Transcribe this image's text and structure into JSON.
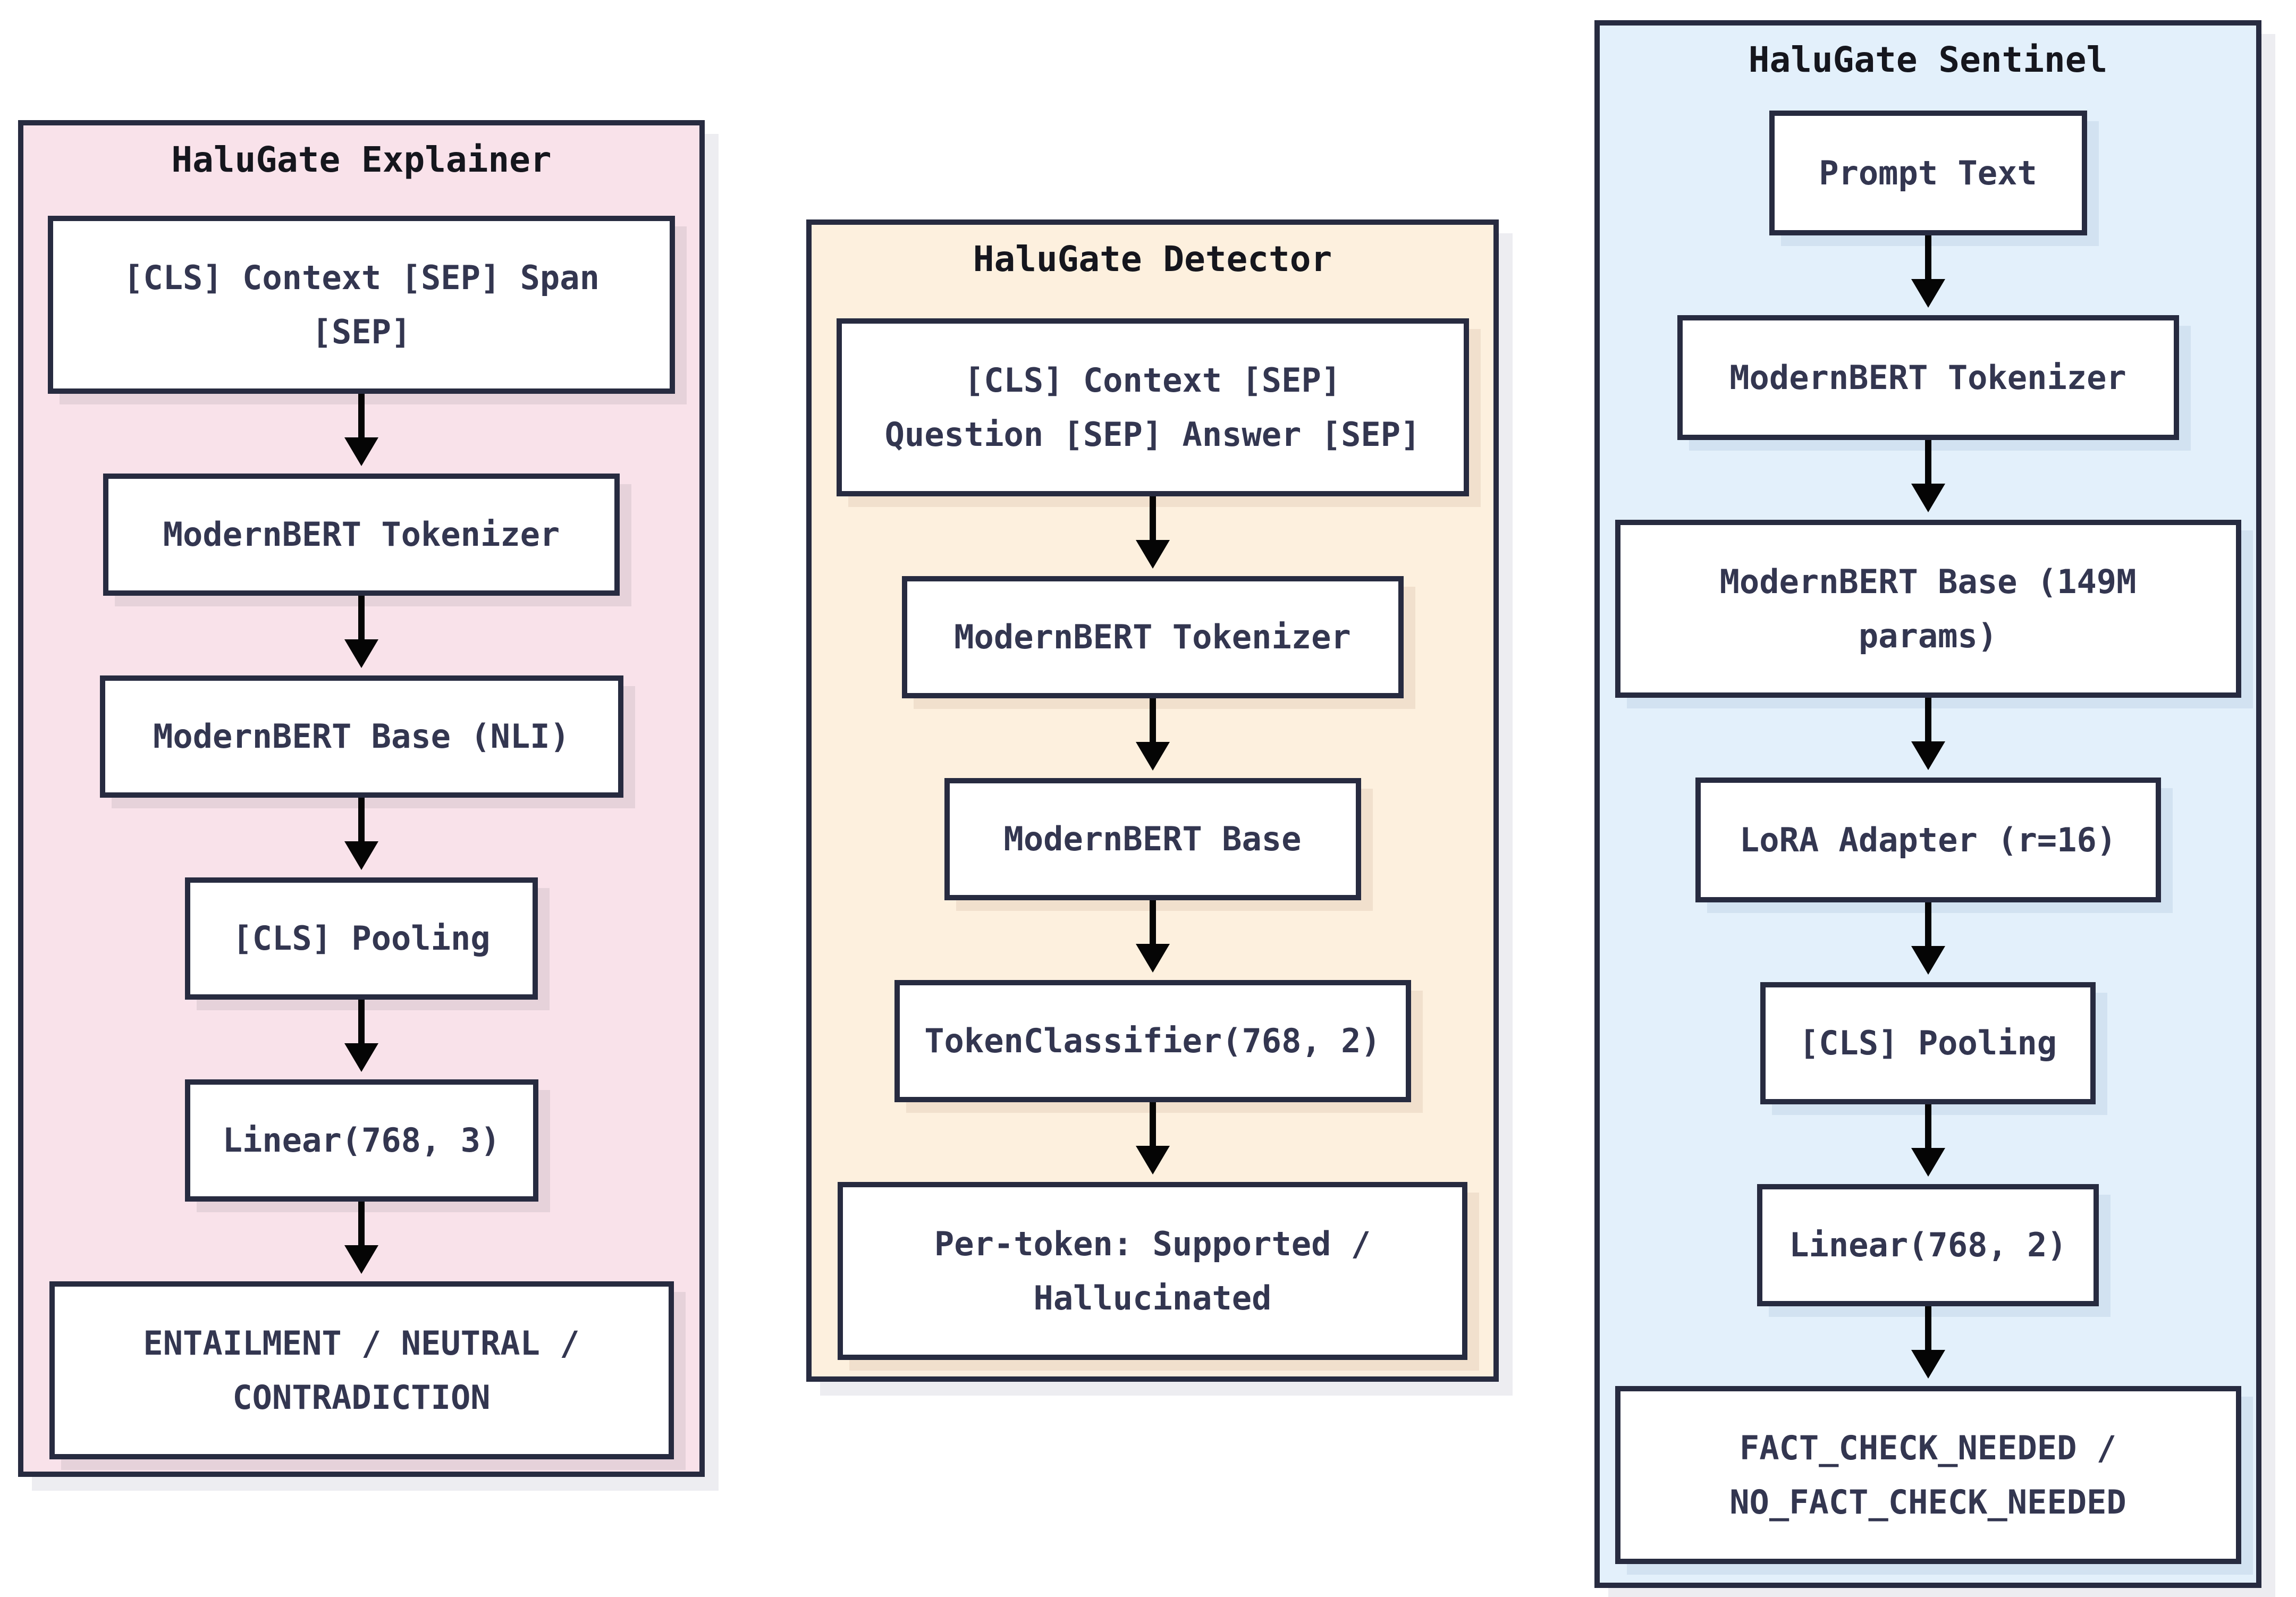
{
  "diagram": {
    "colors": {
      "page_bg": "#ffffff",
      "border": "#272b40",
      "title_text": "#15161d",
      "node_text": "#333650",
      "node_bg": "#ffffff",
      "arrow": "#050505",
      "panel_shadow": "#ededf1"
    },
    "columns": [
      {
        "title": "HaluGate Explainer",
        "bg_color": "#f9e2ea",
        "node_shadow_color": "#e6d2da",
        "nodes": [
          "[CLS] Context [SEP] Span\n[SEP]",
          "ModernBERT Tokenizer",
          "ModernBERT Base (NLI)",
          "[CLS] Pooling",
          "Linear(768, 3)",
          "ENTAILMENT / NEUTRAL /\nCONTRADICTION"
        ]
      },
      {
        "title": "HaluGate Detector",
        "bg_color": "#fdf0de",
        "node_shadow_color": "#f1e0cd",
        "nodes": [
          "[CLS] Context [SEP]\nQuestion [SEP] Answer [SEP]",
          "ModernBERT Tokenizer",
          "ModernBERT Base",
          "TokenClassifier(768, 2)",
          "Per-token: Supported /\nHallucinated"
        ]
      },
      {
        "title": "HaluGate Sentinel",
        "bg_color": "#e3f0fb",
        "node_shadow_color": "#d2e2f1",
        "nodes": [
          "Prompt Text",
          "ModernBERT Tokenizer",
          "ModernBERT Base (149M\nparams)",
          "LoRA Adapter (r=16)",
          "[CLS] Pooling",
          "Linear(768, 2)",
          "FACT_CHECK_NEEDED /\nNO_FACT_CHECK_NEEDED"
        ]
      }
    ]
  }
}
